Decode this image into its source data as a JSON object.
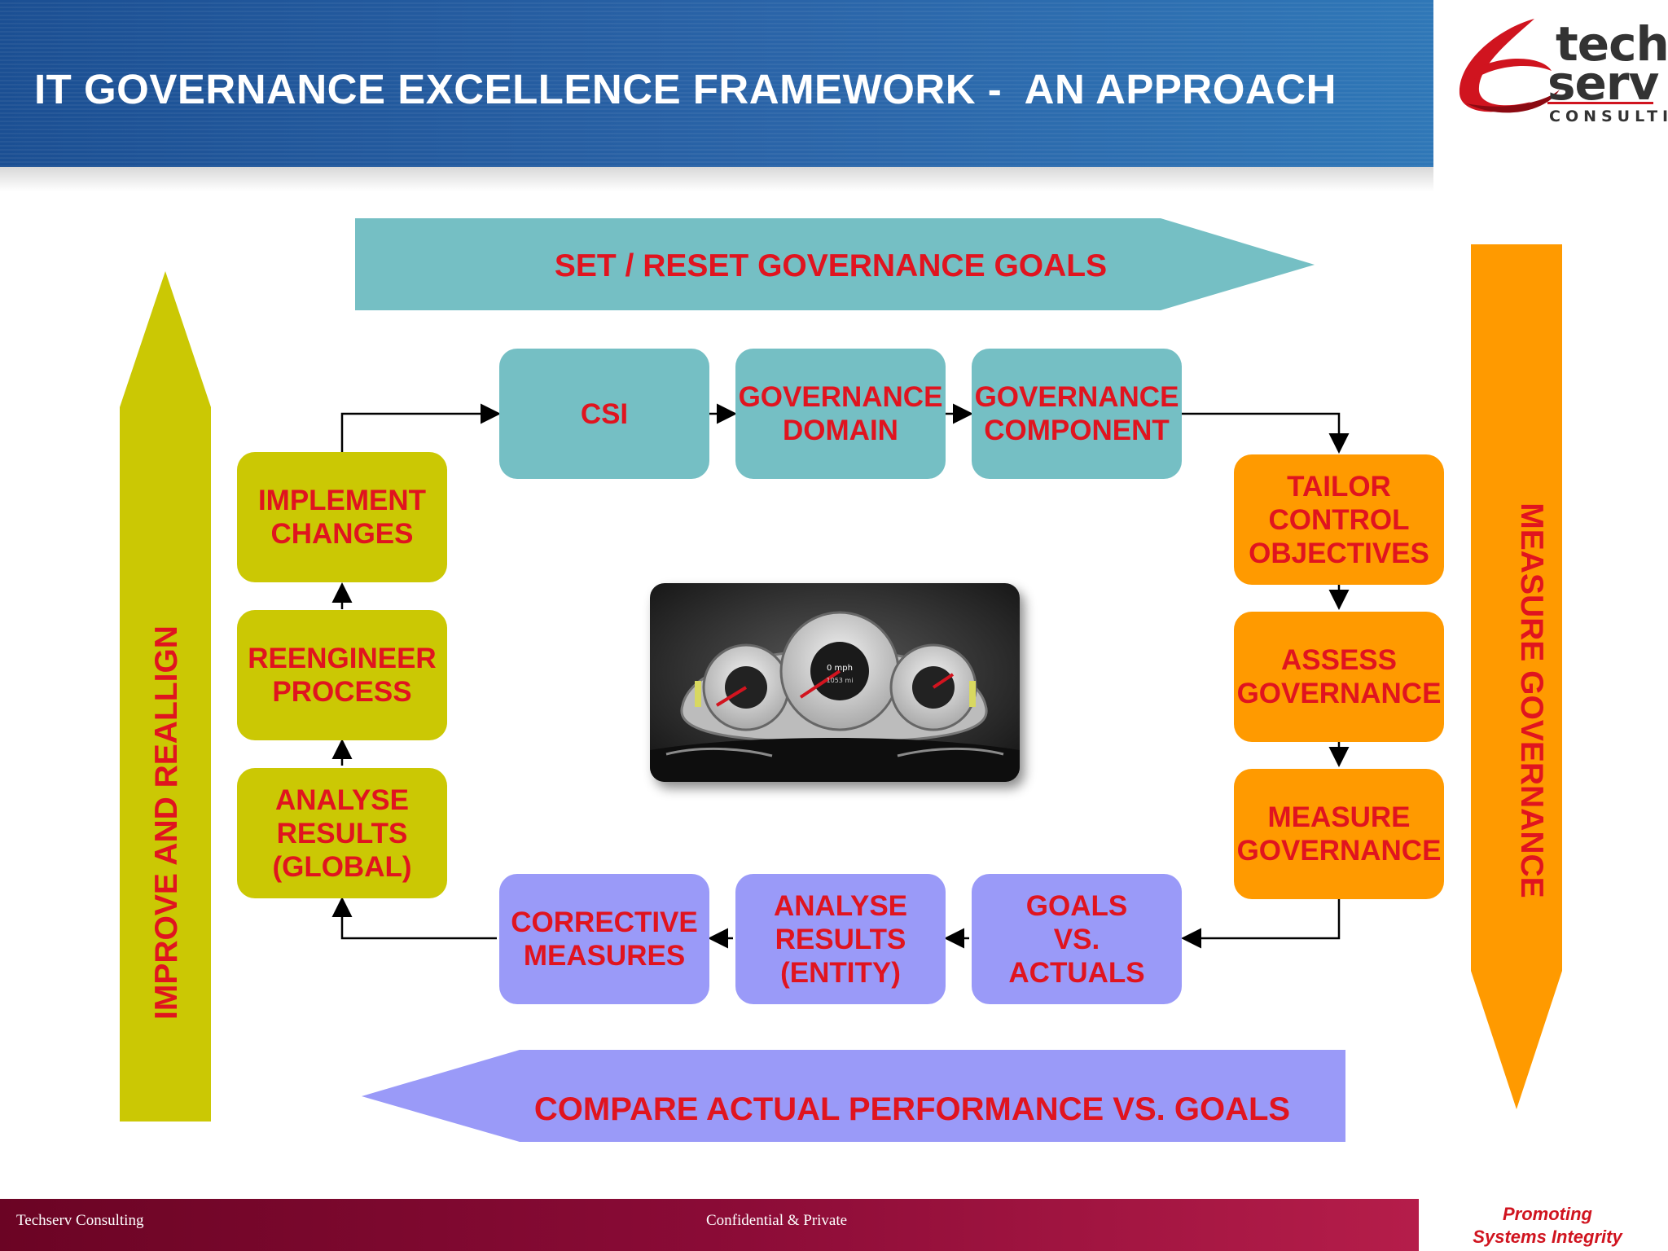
{
  "header": {
    "title": "IT GOVERNANCE EXCELLENCE FRAMEWORK -  AN APPROACH"
  },
  "logo": {
    "line1": "tech",
    "line2": "serv",
    "line3": "CONSULTING",
    "icon": "swoosh-logo-icon"
  },
  "banners": {
    "top": "SET / RESET GOVERNANCE GOALS",
    "bottom": "COMPARE ACTUAL PERFORMANCE VS. GOALS",
    "left": "IMPROVE AND REALLIGN",
    "right": "MEASURE GOVERNANCE"
  },
  "nodes": {
    "csi": [
      "CSI"
    ],
    "governance_domain": [
      "GOVERNANCE",
      "DOMAIN"
    ],
    "governance_component": [
      "GOVERNANCE",
      "COMPONENT"
    ],
    "tailor_control": [
      "TAILOR",
      "CONTROL",
      "OBJECTIVES"
    ],
    "assess_governance": [
      "ASSESS",
      "GOVERNANCE"
    ],
    "measure_governance": [
      "MEASURE",
      "GOVERNANCE"
    ],
    "goals_vs_actuals": [
      "GOALS",
      "VS.",
      "ACTUALS"
    ],
    "analyse_entity": [
      "ANALYSE",
      "RESULTS",
      "(ENTITY)"
    ],
    "corrective_measures": [
      "CORRECTIVE",
      "MEASURES"
    ],
    "analyse_global": [
      "ANALYSE",
      "RESULTS",
      "(GLOBAL)"
    ],
    "reengineer": [
      "REENGINEER",
      "PROCESS"
    ],
    "implement_changes": [
      "IMPLEMENT",
      "CHANGES"
    ]
  },
  "dashboard": {
    "speed_label": "0 mph",
    "odometer": "1053 mi"
  },
  "colors": {
    "teal": "#75bfc4",
    "olive": "#cbc804",
    "orange": "#ff9a00",
    "violet": "#9a9af8",
    "label_red": "#e0141f",
    "header_blue": "#1b4f93",
    "footer_maroon": "#7a0830"
  },
  "footer": {
    "left": "Techserv Consulting",
    "center": "Confidential & Private",
    "tagline": [
      "Promoting",
      "Systems Integrity"
    ]
  }
}
